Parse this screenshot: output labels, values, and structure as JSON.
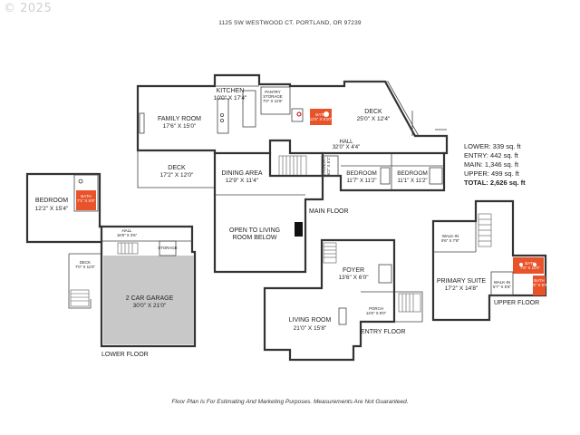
{
  "header": {
    "copyright": "© 2025",
    "address": "1125 SW WESTWOOD CT. PORTLAND, OR 97239"
  },
  "totals": {
    "lower": "LOWER: 339 sq. ft",
    "entry": "ENTRY: 442 sq. ft",
    "main": "MAIN: 1,346 sq. ft",
    "upper": "UPPER: 499 sq. ft",
    "total": "TOTAL: 2,626 sq. ft"
  },
  "floors": {
    "main": "MAIN FLOOR",
    "lower": "LOWER FLOOR",
    "entry": "ENTRY FLOOR",
    "upper": "UPPER FLOOR"
  },
  "rooms": {
    "kitchen": {
      "name": "KITCHEN",
      "dims": "10'0\" X 17'4\""
    },
    "pantry": {
      "name": "PANTRY",
      "name2": "STORAGE",
      "dims": "7'0\" X 11'6\""
    },
    "family_room": {
      "name": "FAMILY ROOM",
      "dims": "17'6\" X 15'0\""
    },
    "deck_main": {
      "name": "DECK",
      "dims": "25'0\" X 12'4\""
    },
    "bath_main": {
      "name": "BATH",
      "dims": "11'6\" X 5'10\""
    },
    "hall_main": {
      "name": "HALL",
      "dims": "32'0\" X 4'4\""
    },
    "deck_family": {
      "name": "DECK",
      "dims": "17'2\" X 12'0\""
    },
    "dining": {
      "name": "DINING AREA",
      "dims": "12'9\" X 11'4\""
    },
    "laundry": {
      "name": "LAUNDRY",
      "dims": "6'2\" X 5'1\""
    },
    "bedroom_a": {
      "name": "BEDROOM",
      "dims": "11'7\" X 11'2\""
    },
    "bedroom_b": {
      "name": "BEDROOM",
      "dims": "11'1\" X 11'2\""
    },
    "open_living": {
      "name": "OPEN TO LIVING",
      "name2": "ROOM BELOW"
    },
    "bedroom_lower": {
      "name": "BEDROOM",
      "dims": "12'2\" X 15'4\""
    },
    "bath_lower": {
      "name": "BATH",
      "dims": "7'1\" X 5'9\""
    },
    "hall_lower": {
      "name": "HALL",
      "dims": "16'9\" X 3'6\""
    },
    "storage": {
      "name": "STORAGE"
    },
    "deck_lower": {
      "name": "DECK",
      "dims": "7'0\" X 11'0\""
    },
    "garage": {
      "name": "2 CAR GARAGE",
      "dims": "30'0\" X 21'0\""
    },
    "foyer": {
      "name": "FOYER",
      "dims": "13'6\" X 6'0\""
    },
    "porch": {
      "name": "PORCH",
      "dims": "14'6\" X 8'0\""
    },
    "living": {
      "name": "LIVING ROOM",
      "dims": "21'0\" X 15'8\""
    },
    "walkin_a": {
      "name": "WALK-IN",
      "dims": "9'6\" X 7'8\""
    },
    "bath_upper": {
      "name": "BATH",
      "dims": "7'8\" X 11'0\""
    },
    "primary": {
      "name": "PRIMARY SUITE",
      "dims": "17'2\" X 14'8\""
    },
    "walkin_b": {
      "name": "WALK-IN",
      "dims": "6'7\" X 5'5\""
    },
    "bath_upper2": {
      "name": "BATH",
      "dims": "7'8\" X 6'0\""
    }
  },
  "disclaimer": "Floor Plan Is For Estimating And Marketing Purposes. Measurements Are Not Guaranteed.",
  "colors": {
    "bath": "#e8532a",
    "garage": "#c8c8c8",
    "wall": "#333333"
  }
}
